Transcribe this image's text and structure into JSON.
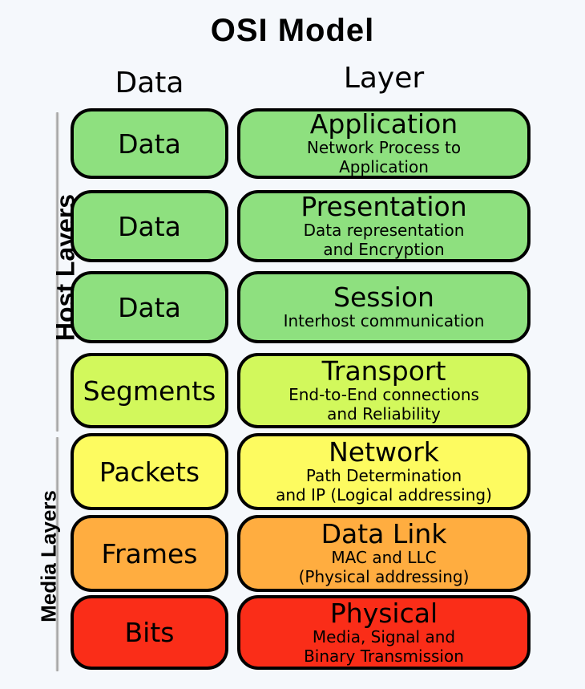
{
  "title": "OSI  Model",
  "columns": {
    "data_header": "Data",
    "layer_header": "Layer"
  },
  "groups": [
    {
      "key": "host",
      "label": "Host Layers"
    },
    {
      "key": "media",
      "label": "Media Layers"
    }
  ],
  "colors": {
    "background": "#f5f8fc",
    "outline": "#000000",
    "bracket": "#9a9a9a",
    "green": "#8ee07f",
    "yellow_green": "#d2f85c",
    "yellow": "#fdfb60",
    "orange": "#ffad40",
    "red": "#fa2d18"
  },
  "rows": [
    {
      "data_unit": "Data",
      "layer_name": "Application",
      "layer_desc": [
        "Network Process to",
        "Application"
      ],
      "color": "#8ee07f",
      "group": "host"
    },
    {
      "data_unit": "Data",
      "layer_name": "Presentation",
      "layer_desc": [
        "Data representation",
        "and Encryption"
      ],
      "color": "#8ee07f",
      "group": "host"
    },
    {
      "data_unit": "Data",
      "layer_name": "Session",
      "layer_desc": [
        "Interhost communication"
      ],
      "color": "#8ee07f",
      "group": "host"
    },
    {
      "data_unit": "Segments",
      "layer_name": "Transport",
      "layer_desc": [
        "End-to-End connections",
        "and Reliability"
      ],
      "color": "#d2f85c",
      "group": "host"
    },
    {
      "data_unit": "Packets",
      "layer_name": "Network",
      "layer_desc": [
        "Path Determination",
        "and IP (Logical addressing)"
      ],
      "color": "#fdfb60",
      "group": "media"
    },
    {
      "data_unit": "Frames",
      "layer_name": "Data Link",
      "layer_desc": [
        "MAC and LLC",
        "(Physical addressing)"
      ],
      "color": "#ffad40",
      "group": "media"
    },
    {
      "data_unit": "Bits",
      "layer_name": "Physical",
      "layer_desc": [
        "Media, Signal and",
        "Binary Transmission"
      ],
      "color": "#fa2d18",
      "group": "media"
    }
  ]
}
